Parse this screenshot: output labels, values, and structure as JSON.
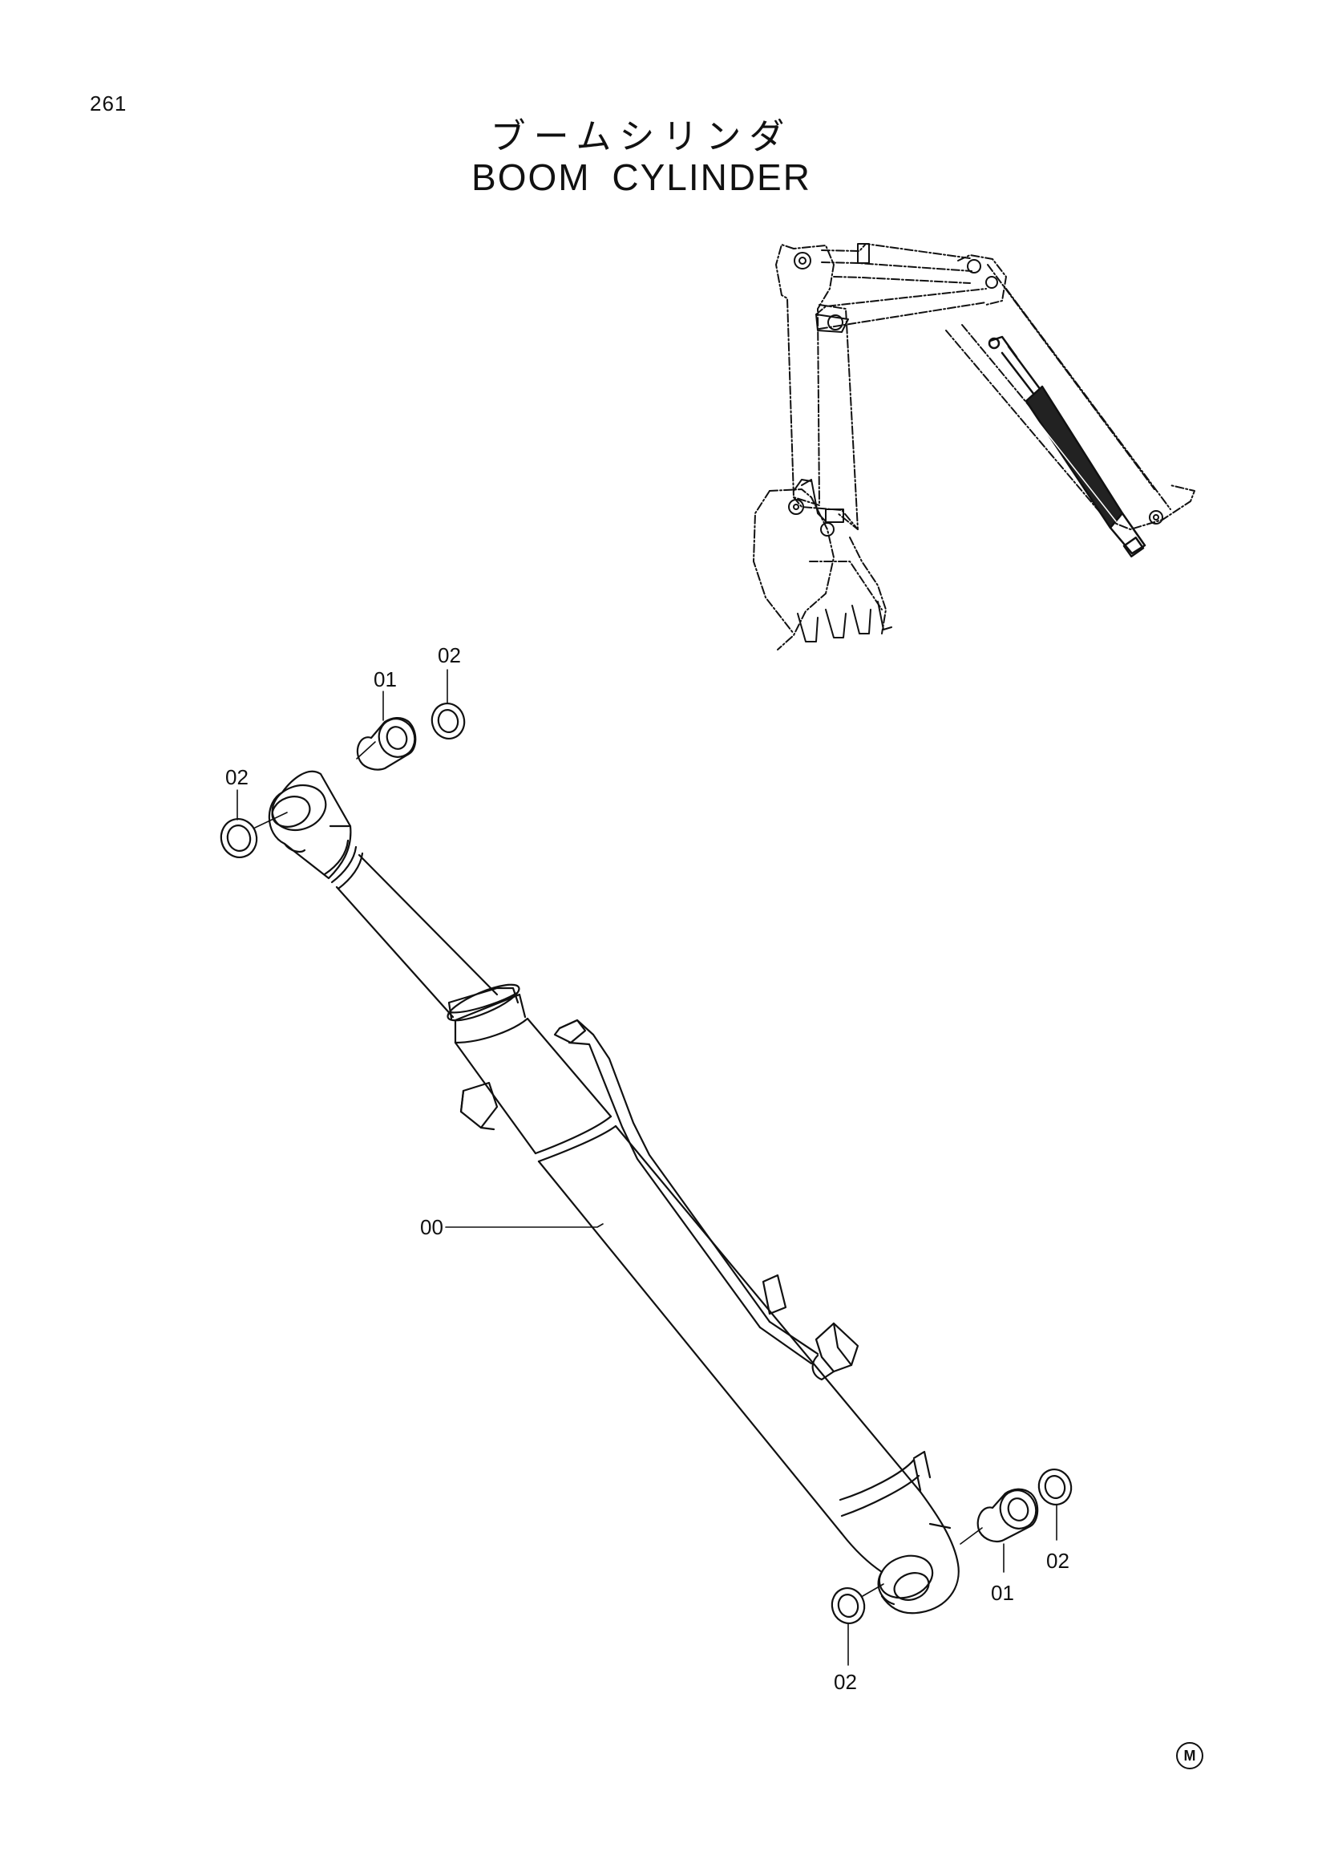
{
  "page_number": "261",
  "title_jp": "ブームシリンダ",
  "title_en": "BOOM CYLINDER",
  "callouts": {
    "rod_end_bushing": "01",
    "rod_end_seal_outer": "02",
    "rod_end_seal_inner": "02",
    "cylinder_assembly": "00",
    "bottom_bushing": "01",
    "bottom_seal_outer": "02",
    "bottom_seal_inner": "02"
  },
  "manufacturer_mark": "M",
  "colors": {
    "ink": "#111111",
    "background": "#ffffff"
  }
}
